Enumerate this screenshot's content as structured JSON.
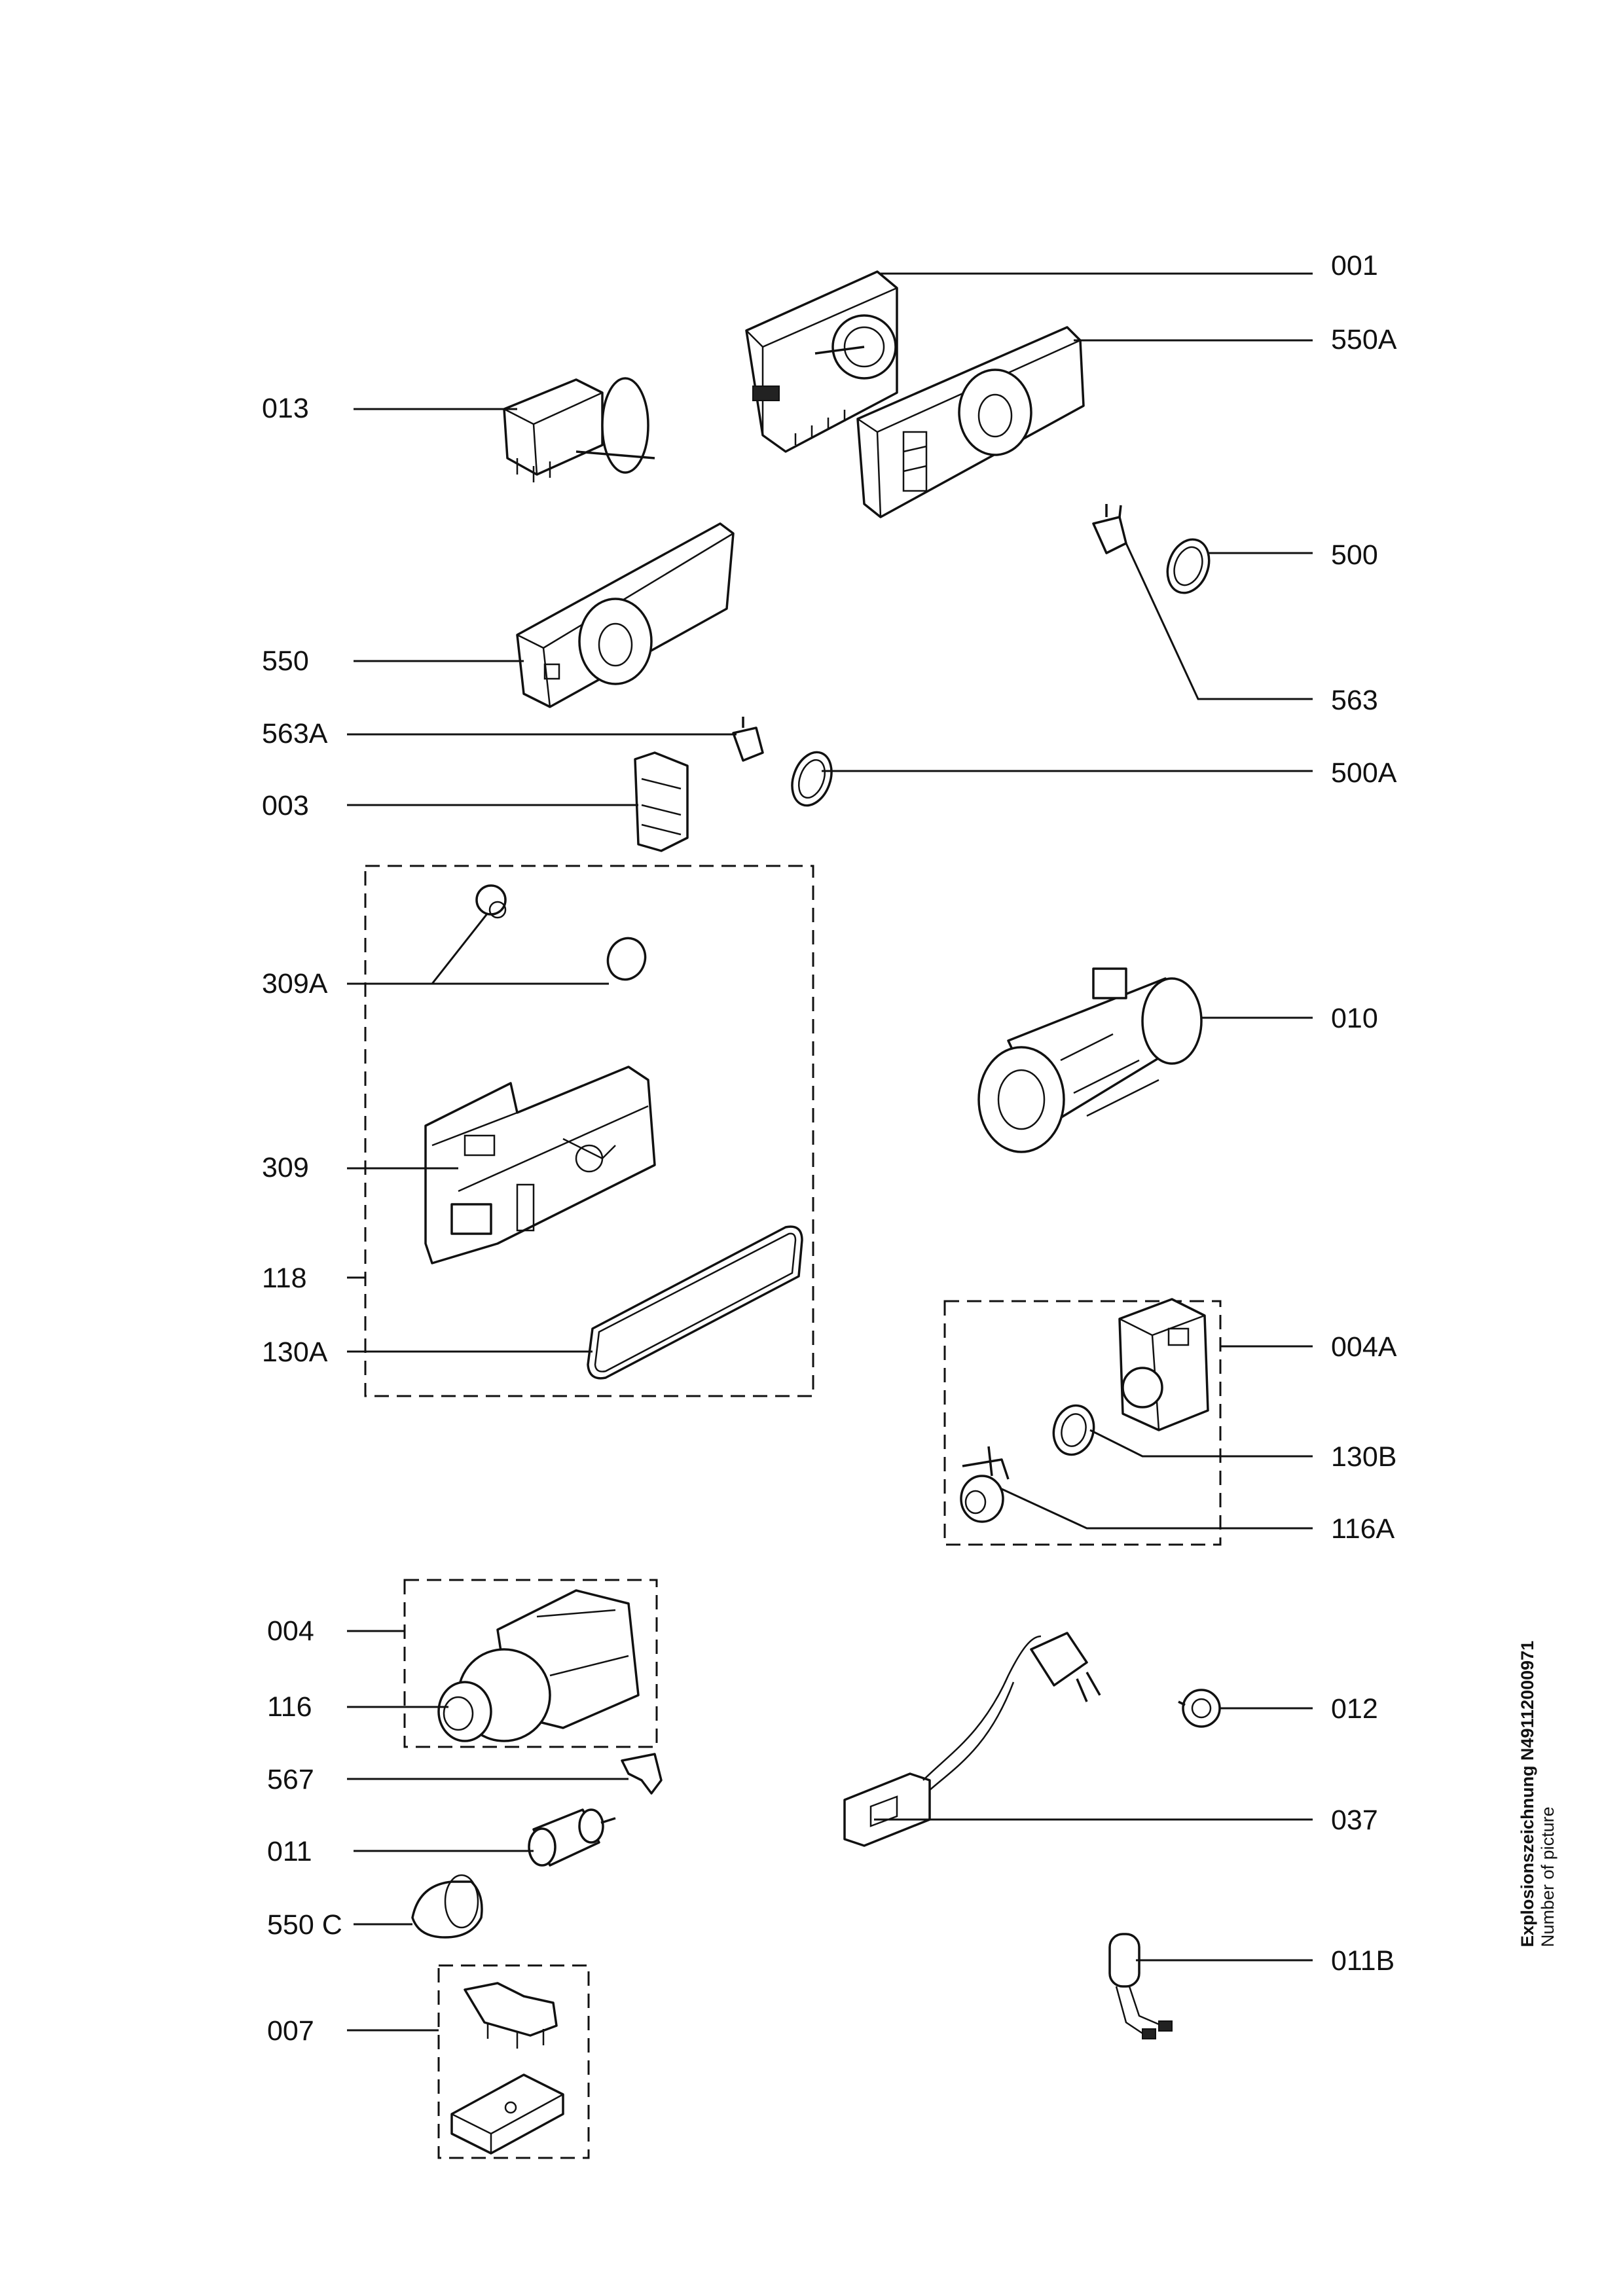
{
  "labels": {
    "l001": "001",
    "l550A": "550A",
    "l013": "013",
    "l500": "500",
    "l550": "550",
    "l563": "563",
    "l563A": "563A",
    "l500A": "500A",
    "l003": "003",
    "l309A": "309A",
    "l010": "010",
    "l309": "309",
    "l118": "118",
    "l130A": "130A",
    "l004A": "004A",
    "l130B": "130B",
    "l116A": "116A",
    "l004": "004",
    "l116": "116",
    "l012": "012",
    "l567": "567",
    "l037": "037",
    "l011": "011",
    "l550C": "550 C",
    "l011B": "011B",
    "l007": "007"
  },
  "caption": {
    "title": "Explosionszeichnung N49112000971",
    "subtitle": "Number of picture"
  }
}
